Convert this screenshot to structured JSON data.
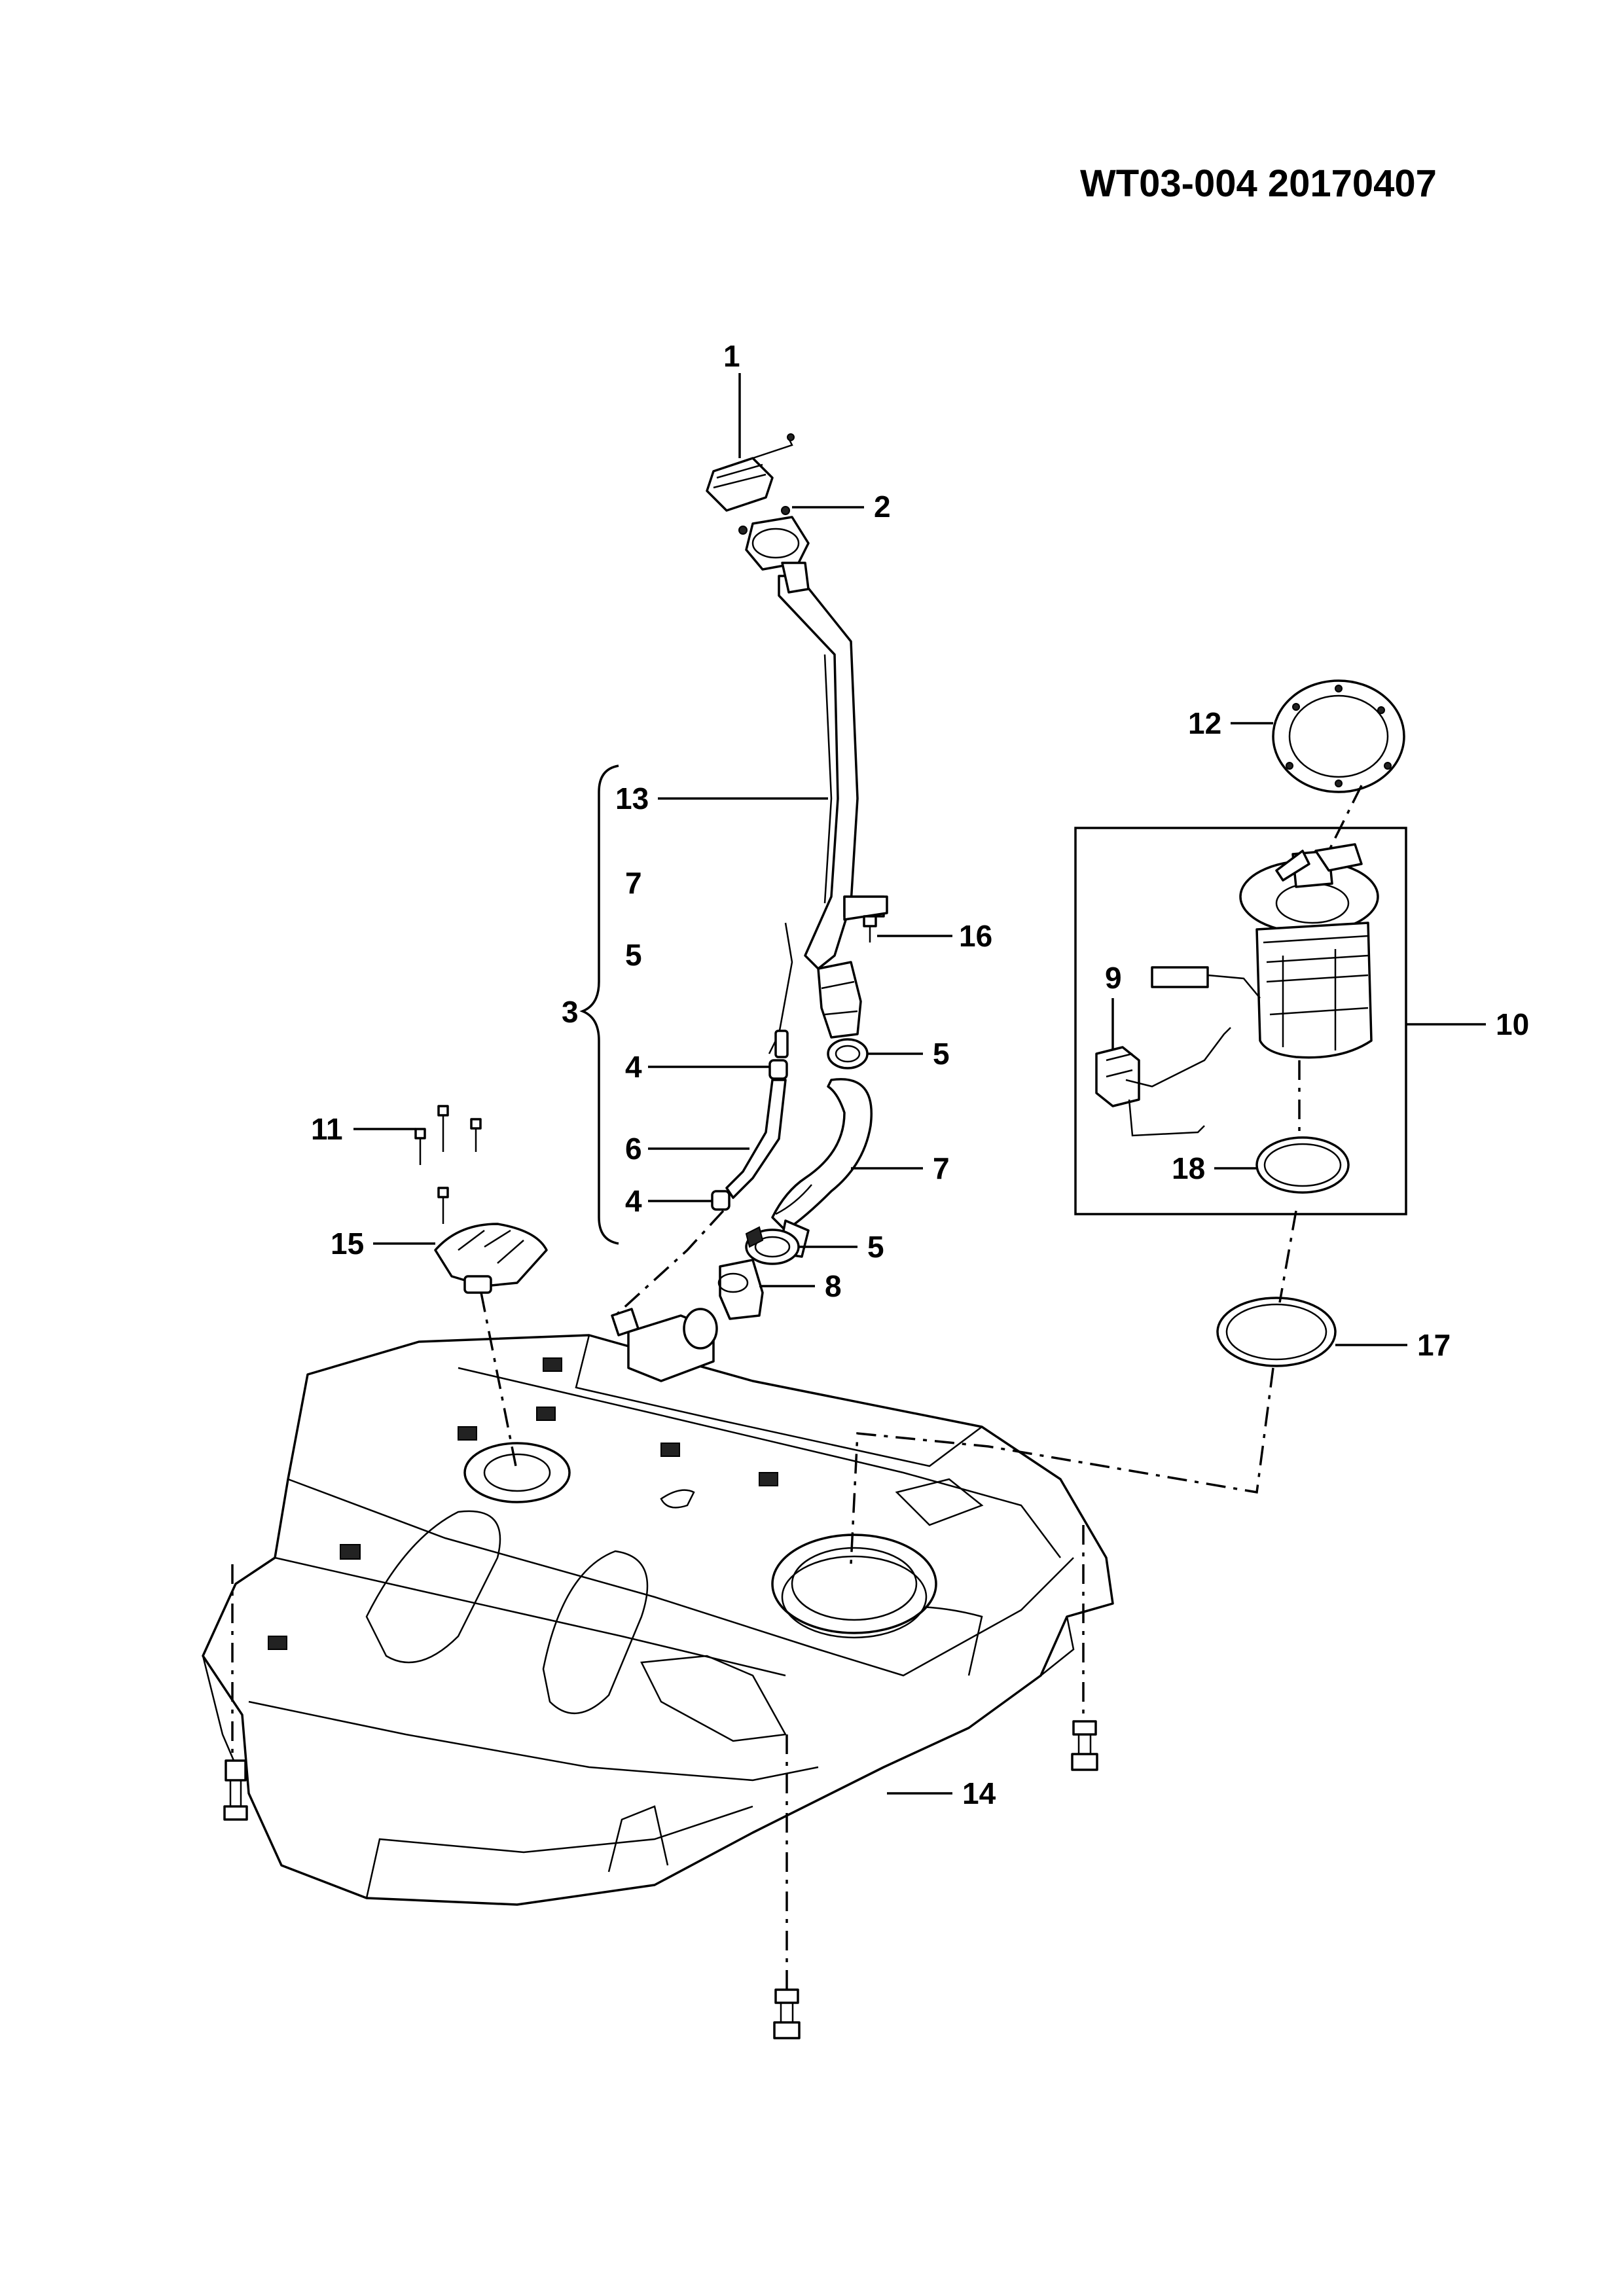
{
  "title": "WT03-004  20170407",
  "callouts": {
    "c1": "1",
    "c2": "2",
    "c3": "3",
    "c4a": "4",
    "c4b": "4",
    "c5a": "5",
    "c5b": "5",
    "c5c": "5",
    "c6": "6",
    "c7a": "7",
    "c7b": "7",
    "c8": "8",
    "c9": "9",
    "c10": "10",
    "c11": "11",
    "c12": "12",
    "c13": "13",
    "c14": "14",
    "c15": "15",
    "c16": "16",
    "c17": "17",
    "c18": "18"
  }
}
